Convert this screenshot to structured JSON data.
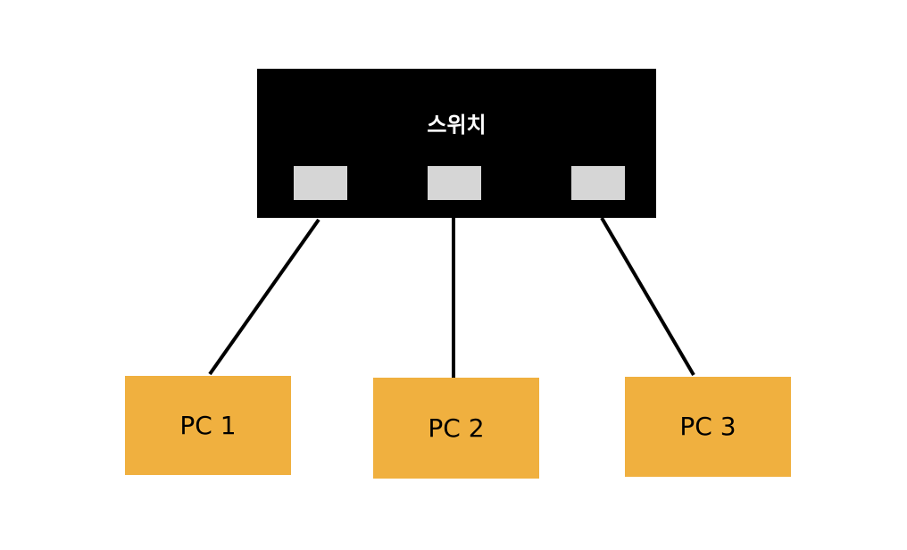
{
  "switch": {
    "label": "스위치",
    "color": "#000000",
    "ports": [
      {
        "id": "port-1",
        "color": "#d6d6d6"
      },
      {
        "id": "port-2",
        "color": "#d6d6d6"
      },
      {
        "id": "port-3",
        "color": "#d6d6d6"
      }
    ]
  },
  "pcs": [
    {
      "label": "PC 1",
      "color": "#f0b03f"
    },
    {
      "label": "PC 2",
      "color": "#f0b03f"
    },
    {
      "label": "PC 3",
      "color": "#f0b03f"
    }
  ],
  "links": [
    {
      "from": "port-1",
      "to": "PC 1"
    },
    {
      "from": "port-2",
      "to": "PC 2"
    },
    {
      "from": "port-3",
      "to": "PC 3"
    }
  ]
}
